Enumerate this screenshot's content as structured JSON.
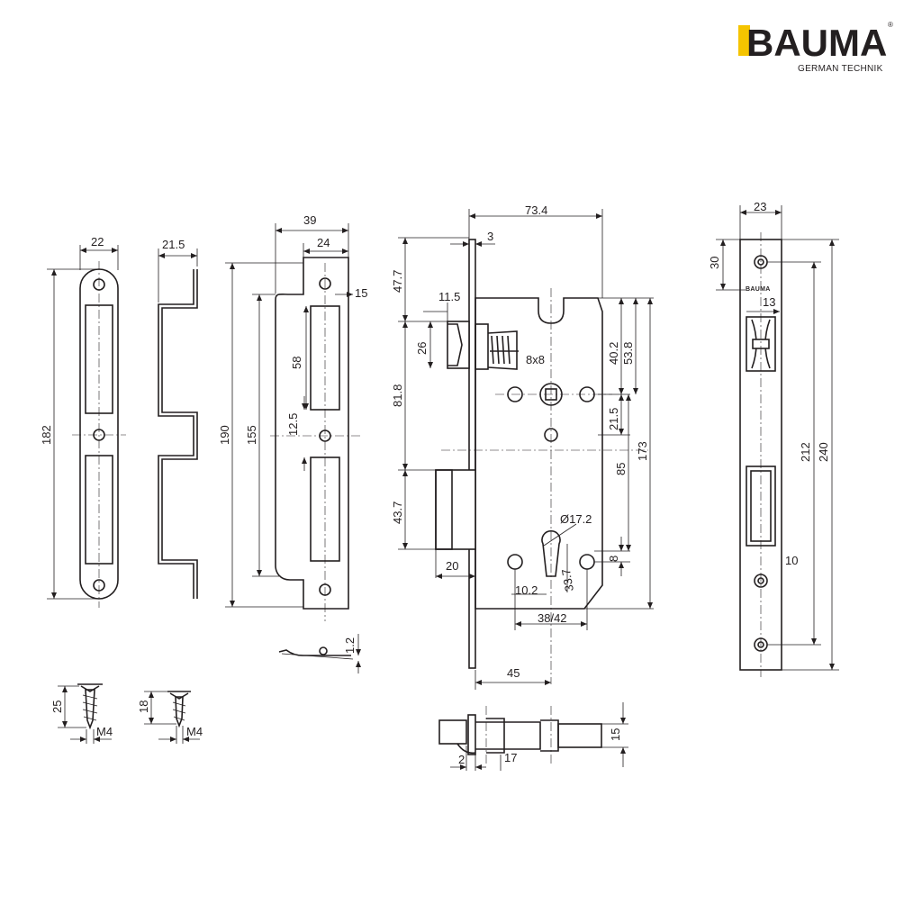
{
  "brand": {
    "name": "BAUMA",
    "tagline": "GERMAN TECHNIK",
    "reg": "®",
    "accent": "#f5c400"
  },
  "dimensions": {
    "strike_width": "22",
    "strike_height": "182",
    "box_depth": "21.5",
    "strikeplate_width": "39",
    "strikeplate_inner": "24",
    "strikeplate_height": "190",
    "strikeplate_cut": "155",
    "strikeplate_hole": "15",
    "strikeplate_slot": "58",
    "strikeplate_gap": "12.5",
    "plate_thickness": "1.2",
    "body_width": "73.4",
    "faceplate_t": "3",
    "latch_off": "47.7",
    "latch_w": "11.5",
    "latch_h": "26",
    "spindle": "8x8",
    "c40": "40.2",
    "c53": "53.8",
    "c81": "81.8",
    "c21": "21.5",
    "c173": "173",
    "c85": "85",
    "c43": "43.7",
    "cyl": "Ø17.2",
    "bolt_throw": "20",
    "c8": "8",
    "c10": "10.2",
    "c33": "33.7",
    "c3842": "38/42",
    "backset": "45",
    "face_w": "23",
    "face_30": "30",
    "face_13": "13",
    "face_212": "212",
    "face_240": "240",
    "face_10": "10",
    "screw1_len": "25",
    "screw1_size": "M4",
    "screw2_len": "18",
    "screw2_size": "M4",
    "bot_2": "2",
    "bot_17": "17",
    "bot_15": "15"
  }
}
